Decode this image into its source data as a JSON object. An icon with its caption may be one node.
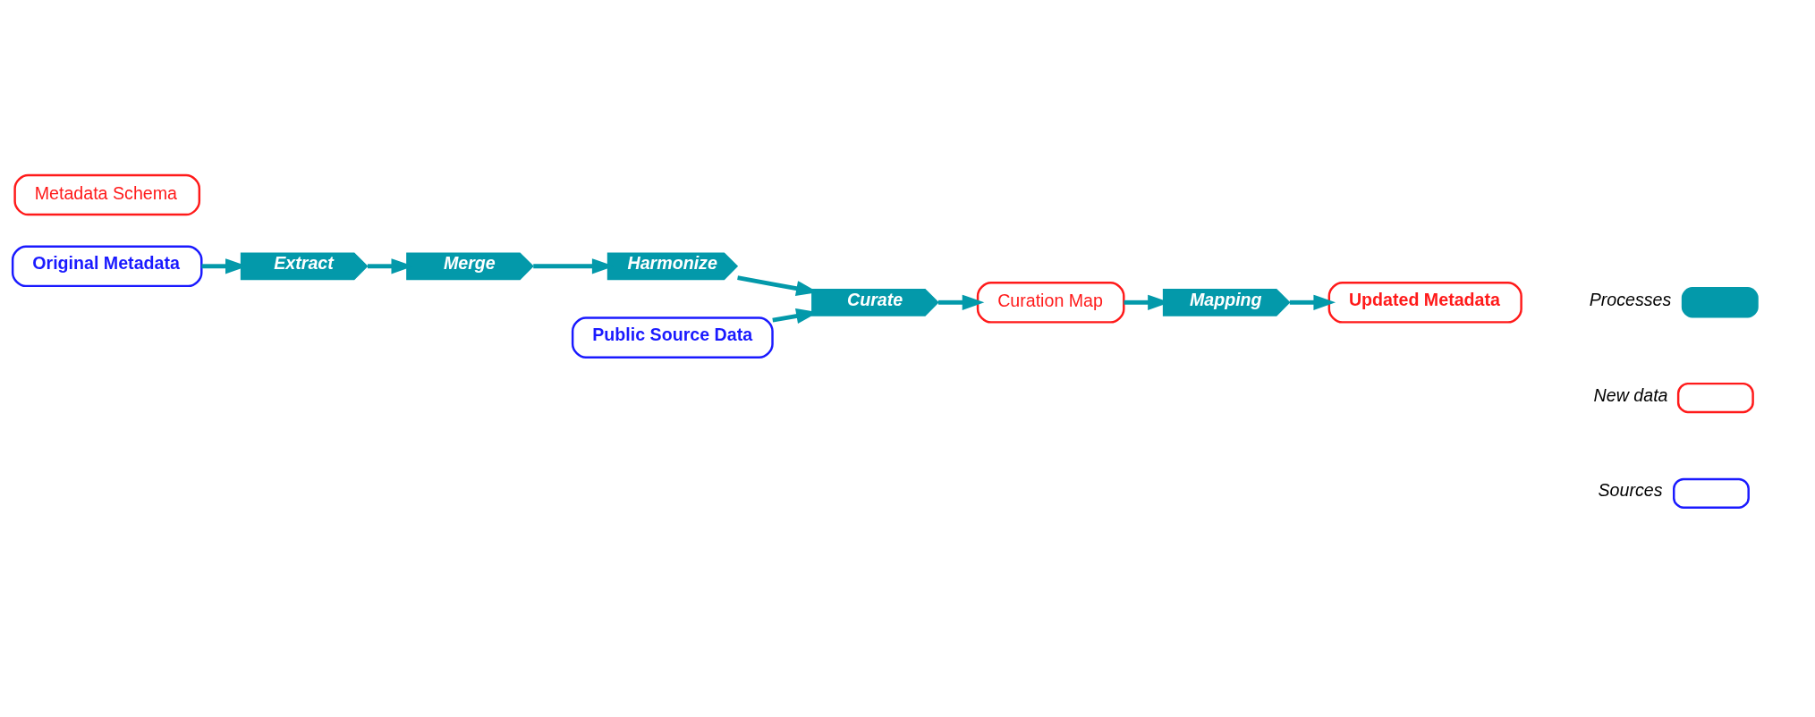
{
  "diagram": {
    "nodes": [
      {
        "text": [
          "Original Metadata"
        ]
      },
      {
        "text": [
          "Extract"
        ]
      },
      {
        "text": [
          "Merge"
        ]
      },
      {
        "text": [
          "Harmonize"
        ]
      },
      {
        "text": [
          "Public Source Data"
        ]
      },
      {
        "text": [
          "Curate"
        ]
      },
      {
        "text": [
          "Curation Map"
        ]
      },
      {
        "text": [
          "Mapping"
        ]
      },
      {
        "text": [
          "Updated Metadata"
        ]
      },
      {
        "text": [
          "Metadata Schema"
        ]
      }
    ],
    "edges": [
      {
        "from": 0,
        "to": 1,
        "arrow": "to"
      },
      {
        "from": 1,
        "to": 2,
        "arrow": "to"
      },
      {
        "from": 2,
        "to": 3,
        "arrow": "to"
      },
      {
        "from": 3,
        "to": 5,
        "arrow": "to"
      },
      {
        "from": 4,
        "to": 5,
        "arrow": "to"
      },
      {
        "from": 5,
        "to": 6,
        "arrow": "to"
      },
      {
        "from": 6,
        "to": 7,
        "arrow": "to"
      },
      {
        "from": 7,
        "to": 8,
        "arrow": "to"
      }
    ],
    "legend": [
      {
        "text": "Processes"
      },
      {
        "text": "New data"
      },
      {
        "text": "Sources"
      }
    ]
  }
}
